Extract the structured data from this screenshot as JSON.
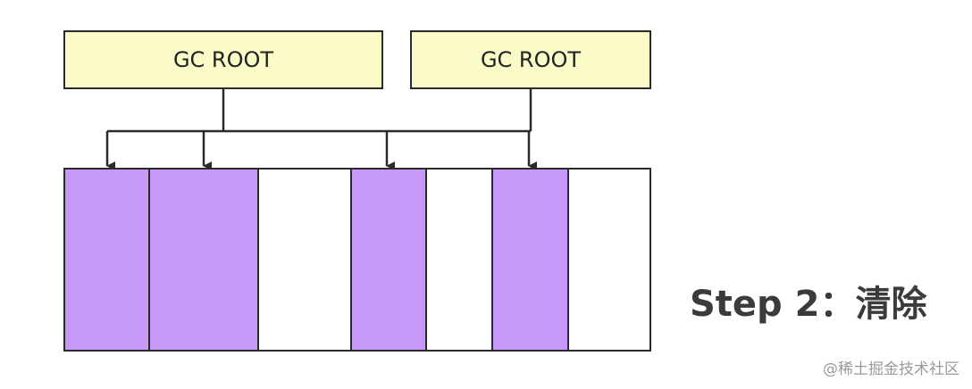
{
  "roots": [
    {
      "label": "GC ROOT"
    },
    {
      "label": "GC ROOT"
    }
  ],
  "memory_cells": [
    {
      "state": "alive"
    },
    {
      "state": "alive"
    },
    {
      "state": "free"
    },
    {
      "state": "alive"
    },
    {
      "state": "free"
    },
    {
      "state": "alive"
    },
    {
      "state": "free"
    }
  ],
  "colors": {
    "root_fill": "#fbfbc8",
    "alive_fill": "#c698f9",
    "free_fill": "#ffffff",
    "line": "#2a2a2a"
  },
  "step": {
    "label": "Step 2：清除"
  },
  "watermark": {
    "text": "@稀土掘金技术社区"
  }
}
